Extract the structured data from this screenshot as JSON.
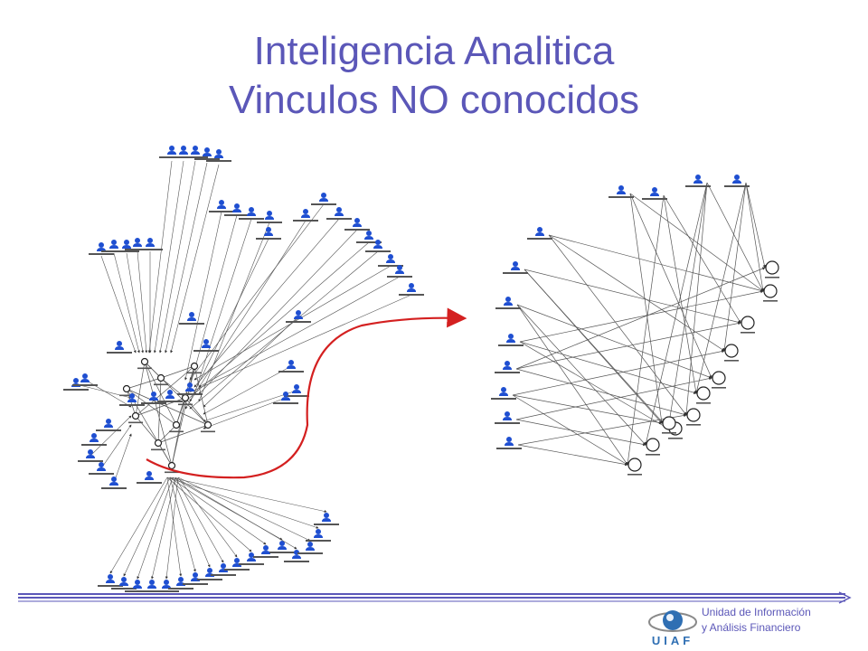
{
  "slide": {
    "title_line1": "Inteligencia Analitica",
    "title_line2": "Vinculos NO conocidos"
  },
  "footer": {
    "org_line1": "Unidad de Información",
    "org_line2": "y Análisis Financiero",
    "logo_text": "UIAF"
  },
  "colors": {
    "title": "#5b57b8",
    "footer_rule": "#5b57b8",
    "arrow": "#d42020",
    "person_icon": "#1f4fd1",
    "edge": "#555555",
    "logo_blue": "#2f6fb3",
    "logo_gray": "#8a8a8a"
  },
  "icons": {
    "person": "person-icon",
    "account": "account-node-icon",
    "logo": "uiaf-logo-icon"
  }
}
